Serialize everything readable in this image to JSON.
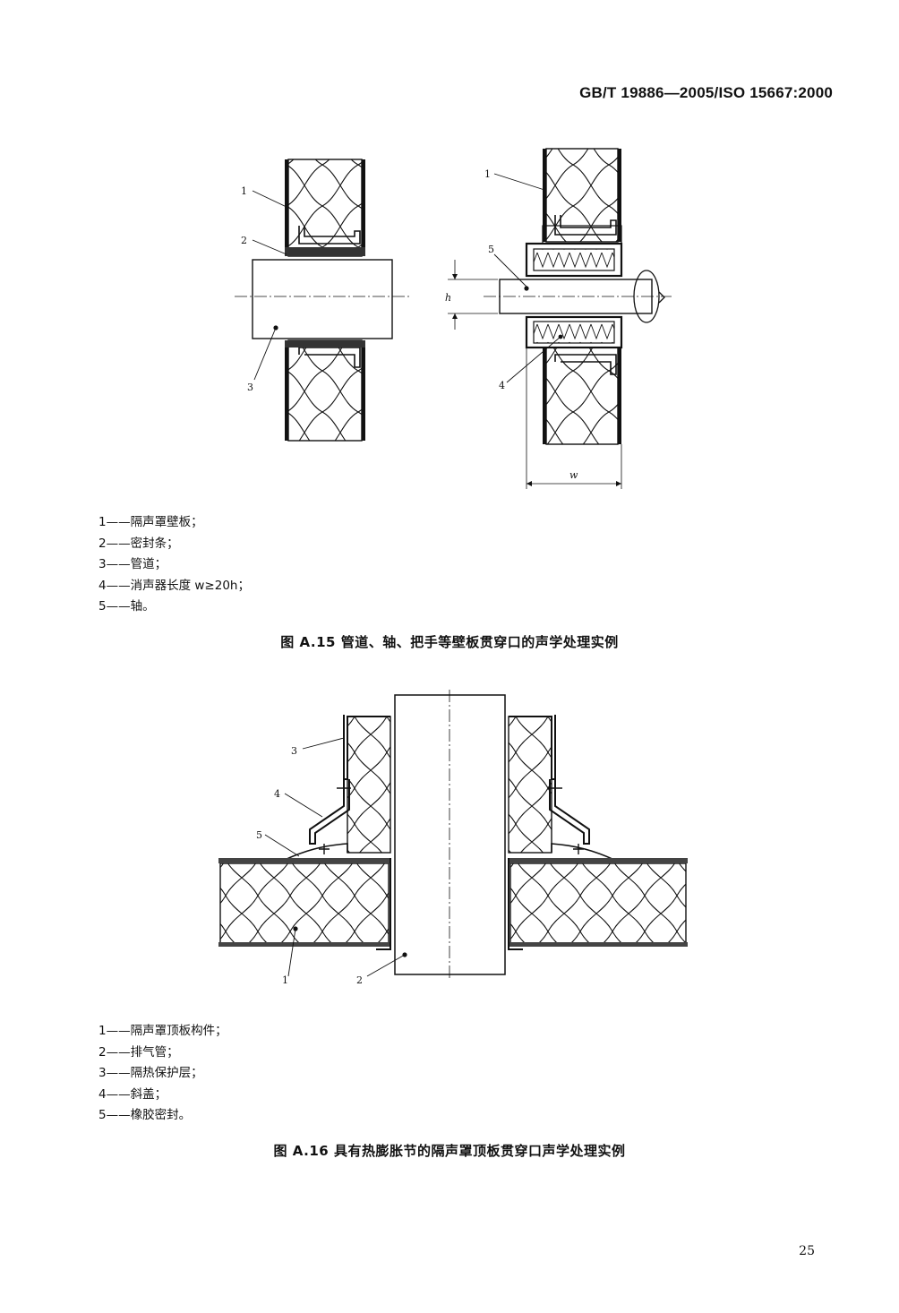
{
  "header": {
    "doc_number": "GB/T 19886—2005/ISO 15667:2000"
  },
  "figure_a15": {
    "caption": "图 A.15  管道、轴、把手等壁板贯穿口的声学处理实例",
    "callouts": [
      "1",
      "2",
      "3",
      "1",
      "5",
      "4"
    ],
    "dim_h": "h",
    "dim_w": "w",
    "legend": [
      "1——隔声罩壁板；",
      "2——密封条；",
      "3——管道；",
      "4——消声器长度 w≥20h；",
      "5——轴。"
    ]
  },
  "figure_a16": {
    "caption": "图 A.16  具有热膨胀节的隔声罩顶板贯穿口声学处理实例",
    "callouts": [
      "3",
      "4",
      "5",
      "1",
      "2"
    ],
    "legend": [
      "1——隔声罩顶板构件；",
      "2——排气管；",
      "3——隔热保护层；",
      "4——斜盖；",
      "5——橡胶密封。"
    ]
  },
  "footer": {
    "page_number": "25"
  }
}
